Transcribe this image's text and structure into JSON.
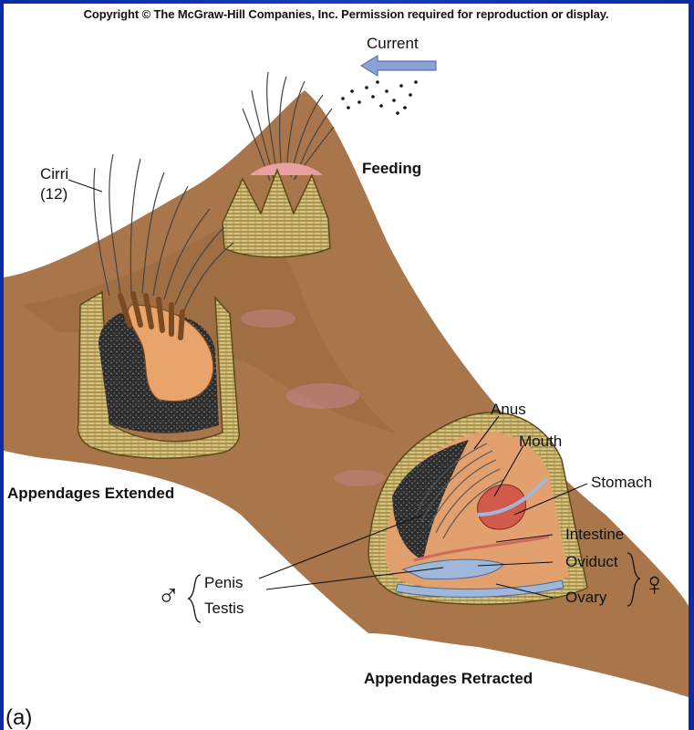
{
  "copyright": "Copyright © The McGraw-Hill Companies, Inc. Permission required for reproduction or display.",
  "labels": {
    "current": "Current",
    "feeding": "Feeding",
    "cirri": "Cirri",
    "cirri_count": "(12)",
    "appendages_extended": "Appendages Extended",
    "appendages_retracted": "Appendages Retracted",
    "anus": "Anus",
    "mouth": "Mouth",
    "stomach": "Stomach",
    "intestine": "Intestine",
    "oviduct": "Oviduct",
    "ovary": "Ovary",
    "penis": "Penis",
    "testis": "Testis",
    "male_symbol": "♂",
    "female_symbol": "♀",
    "panel_letter": "(a)"
  },
  "colors": {
    "frame_blue": "#0b2ca6",
    "rock_brown": "#a8764a",
    "shell_tan": "#d9c27a",
    "body_orange": "#e8a46a",
    "mantle_dark": "#3a3a3a",
    "gonad_blue": "#9fb7d9",
    "stomach_red": "#d25a4a",
    "arrow_blue": "#8aa2d8"
  }
}
